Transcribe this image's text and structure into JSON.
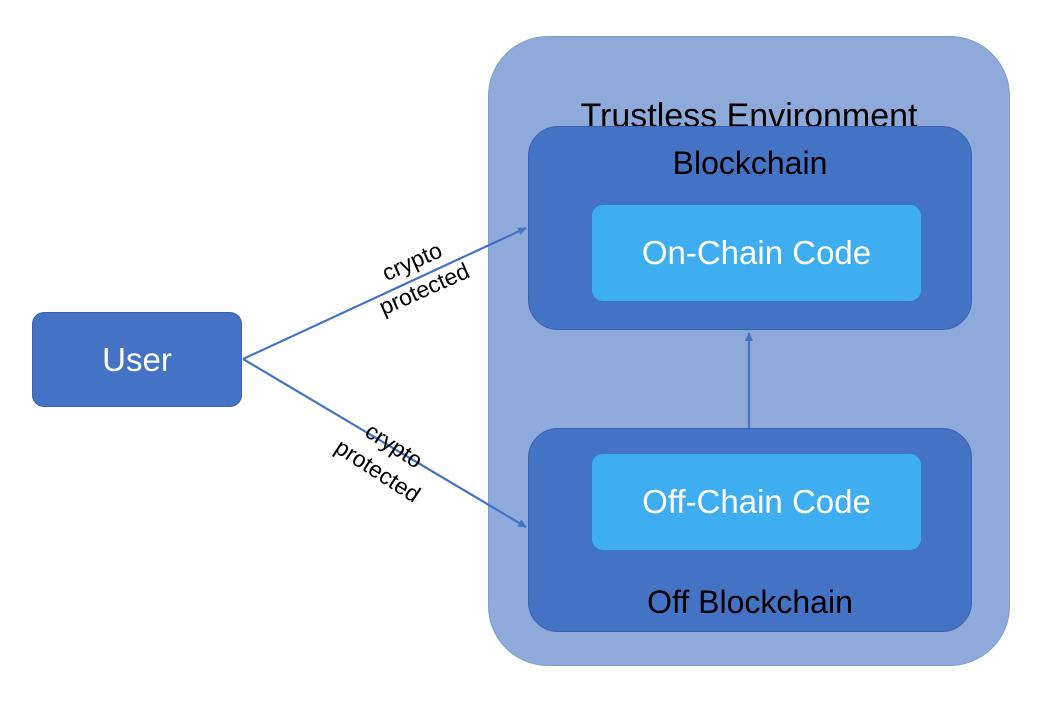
{
  "environment": {
    "title": "Trustless Environment"
  },
  "blockchain": {
    "title": "Blockchain",
    "code_label": "On-Chain Code"
  },
  "off_blockchain": {
    "title": "Off Blockchain",
    "code_label": "Off-Chain Code"
  },
  "user": {
    "label": "User"
  },
  "edges": {
    "to_blockchain": {
      "line1": "crypto",
      "line2": "protected"
    },
    "to_off_blockchain": {
      "line1": "crypto",
      "line2": "protected"
    }
  },
  "colors": {
    "environment": "#8eaadb",
    "container": "#4472c4",
    "code_box": "#3eaef0",
    "arrow": "#4472c4"
  }
}
